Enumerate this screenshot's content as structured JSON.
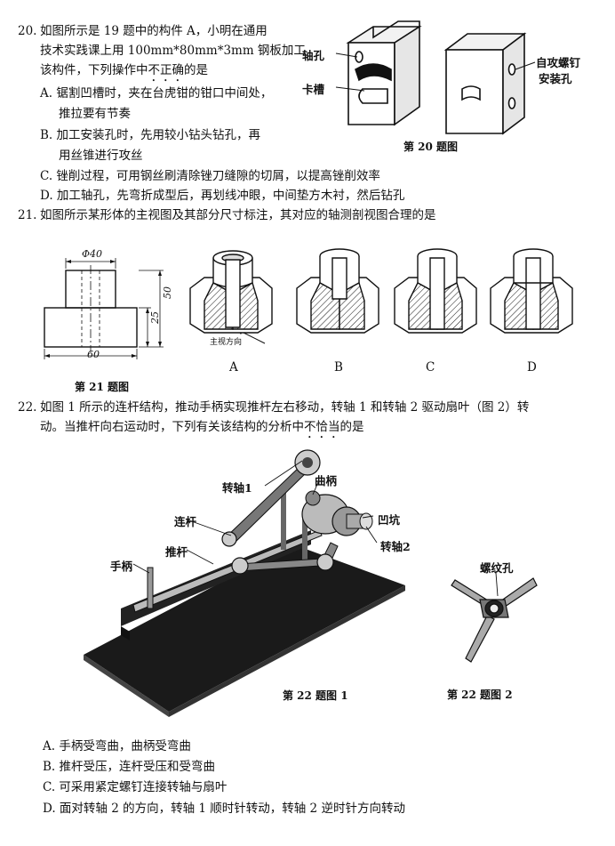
{
  "q20": {
    "num": "20.",
    "line1": "如图所示是 19 题中的构件 A，小明在通用",
    "line2": "技术实践课上用 100mm*80mm*3mm 钢板加工",
    "line3_pre": "该构件，下列操作中",
    "line3_emph": "不正确",
    "line3_post": "的是",
    "optA1": "A. 锯割凹槽时，夹在台虎钳的钳口中间处，",
    "optA2": "推拉要有节奏",
    "optB1": "B. 加工安装孔时，先用较小钻头钻孔，再",
    "optB2": "用丝锥进行攻丝",
    "optC": "C. 锉削过程，可用钢丝刷清除锉刀缝隙的切屑，以提高锉削效率",
    "optD": "D. 加工轴孔，先弯折成型后，再划线冲眼，中间垫方木衬，然后钻孔",
    "fig": {
      "label_shaft_hole": "轴孔",
      "label_slot": "卡槽",
      "label_screw_line1": "自攻螺钉",
      "label_screw_line2": "安装孔",
      "caption": "第 20 题图"
    }
  },
  "q21": {
    "num": "21.",
    "text": "如图所示某形体的主视图及其部分尺寸标注，其对应的轴测剖视图合理的是",
    "fig": {
      "dim_phi": "Φ40",
      "dim_50": "50",
      "dim_25": "25",
      "dim_60": "60",
      "view_dir": "主视方向",
      "opt_a": "A",
      "opt_b": "B",
      "opt_c": "C",
      "opt_d": "D",
      "caption": "第 21 题图"
    }
  },
  "q22": {
    "num": "22.",
    "line1": "如图 1 所示的连杆结构，推动手柄实现推杆左右移动，转轴 1 和转轴 2 驱动扇叶（图 2）转",
    "line2_pre": "动。当推杆向右运动时，下列有关该结构的分析中",
    "line2_emph": "不恰当",
    "line2_post": "的是",
    "fig": {
      "label_shaft1": "转轴1",
      "label_crank": "曲柄",
      "label_link": "连杆",
      "label_dimple": "凹坑",
      "label_pushrod": "推杆",
      "label_shaft2": "转轴2",
      "label_handle": "手柄",
      "label_thread_hole": "螺纹孔",
      "caption1": "第 22 题图 1",
      "caption2": "第 22 题图 2"
    },
    "optA": "A. 手柄受弯曲，曲柄受弯曲",
    "optB": "B. 推杆受压，连杆受压和受弯曲",
    "optC": "C. 可采用紧定螺钉连接转轴与扇叶",
    "optD": "D. 面对转轴 2 的方向，转轴 1 顺时针转动，转轴 2 逆时针方向转动"
  }
}
